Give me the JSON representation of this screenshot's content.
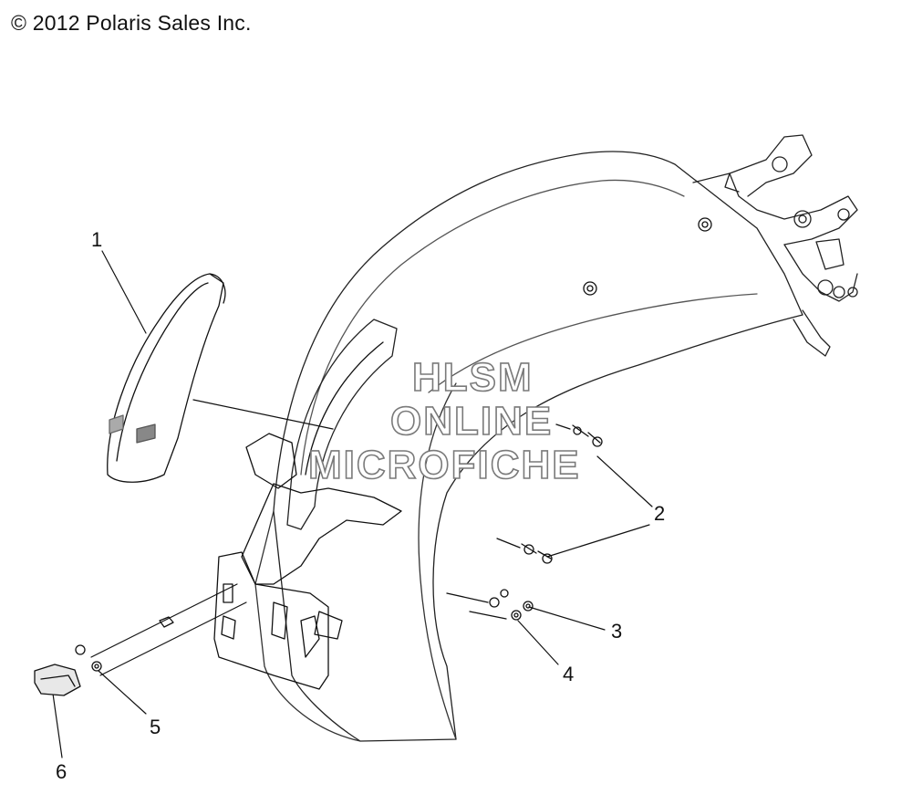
{
  "copyright": "© 2012 Polaris Sales Inc.",
  "watermark": {
    "line1": "HLSM",
    "line2": "ONLINE",
    "line3": "MICROFICHE"
  },
  "callouts": [
    "1",
    "2",
    "3",
    "4",
    "5",
    "6"
  ]
}
